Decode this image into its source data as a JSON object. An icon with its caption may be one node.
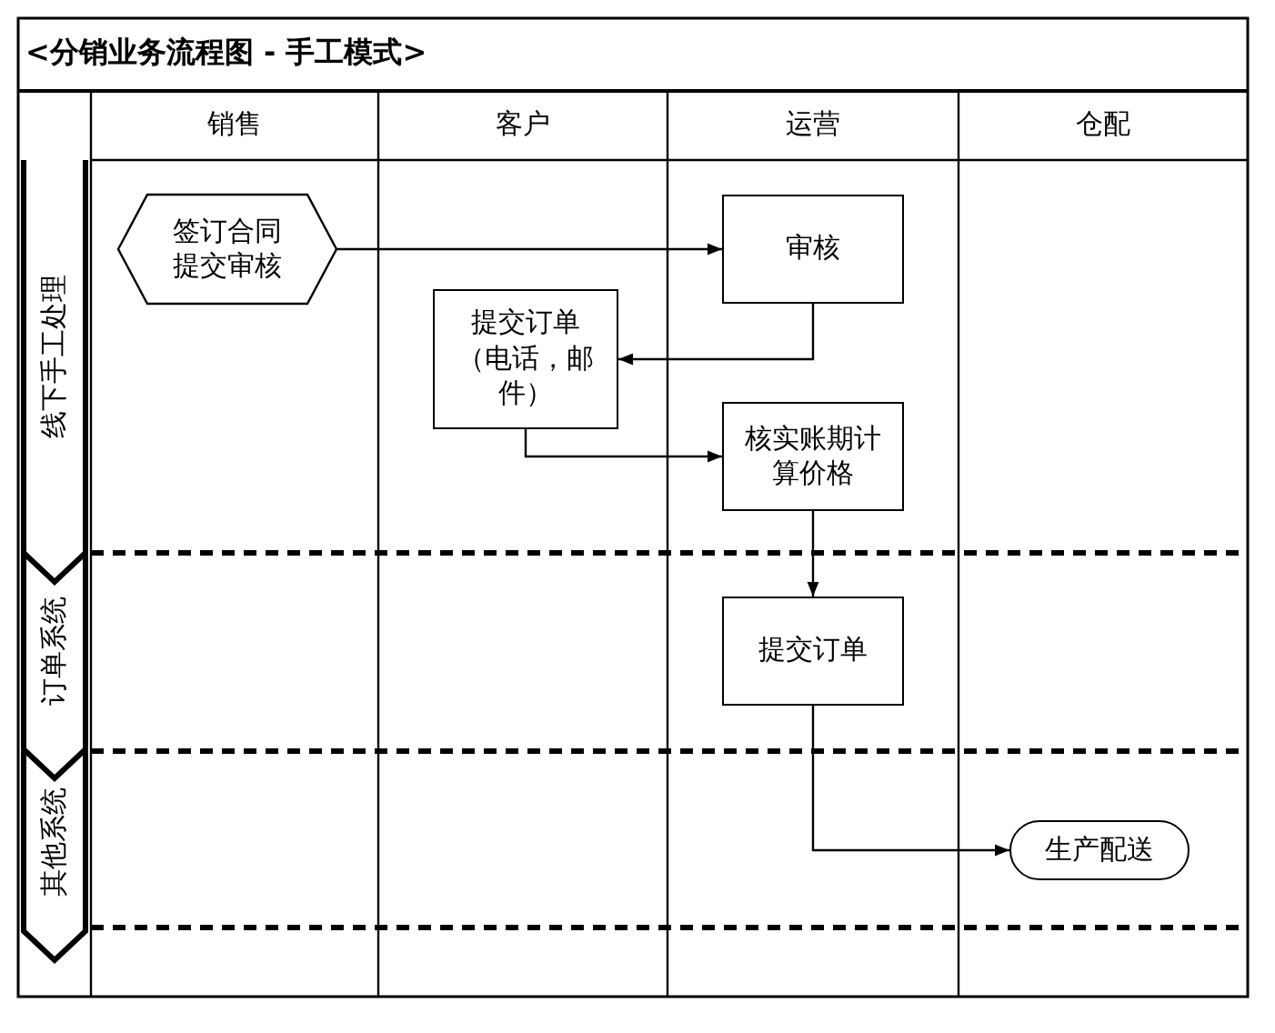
{
  "diagram": {
    "title": "<分销业务流程图 - 手工模式>",
    "nodes": [
      {
        "text": [
          "销售"
        ]
      },
      {
        "text": [
          "客户"
        ]
      },
      {
        "text": [
          "运营"
        ]
      },
      {
        "text": [
          "仓配"
        ]
      },
      {
        "text": [
          "线下手工处理"
        ]
      },
      {
        "text": [
          "订单系统"
        ]
      },
      {
        "text": [
          "其他系统"
        ]
      },
      {
        "text": [
          "签订合同提交审核"
        ]
      },
      {
        "text": [
          "审核"
        ]
      },
      {
        "text": [
          "提交订单（电话，邮件）"
        ]
      },
      {
        "text": [
          "核实账期计算价格"
        ]
      },
      {
        "text": [
          "提交订单"
        ]
      },
      {
        "text": [
          "生产配送"
        ]
      }
    ],
    "edges": [
      {
        "from": 7,
        "to": 8,
        "arrow": "to"
      },
      {
        "from": 8,
        "to": 9,
        "arrow": "to"
      },
      {
        "from": 9,
        "to": 10,
        "arrow": "to"
      },
      {
        "from": 10,
        "to": 11,
        "arrow": "to"
      },
      {
        "from": 11,
        "to": 12,
        "arrow": "to"
      }
    ]
  }
}
